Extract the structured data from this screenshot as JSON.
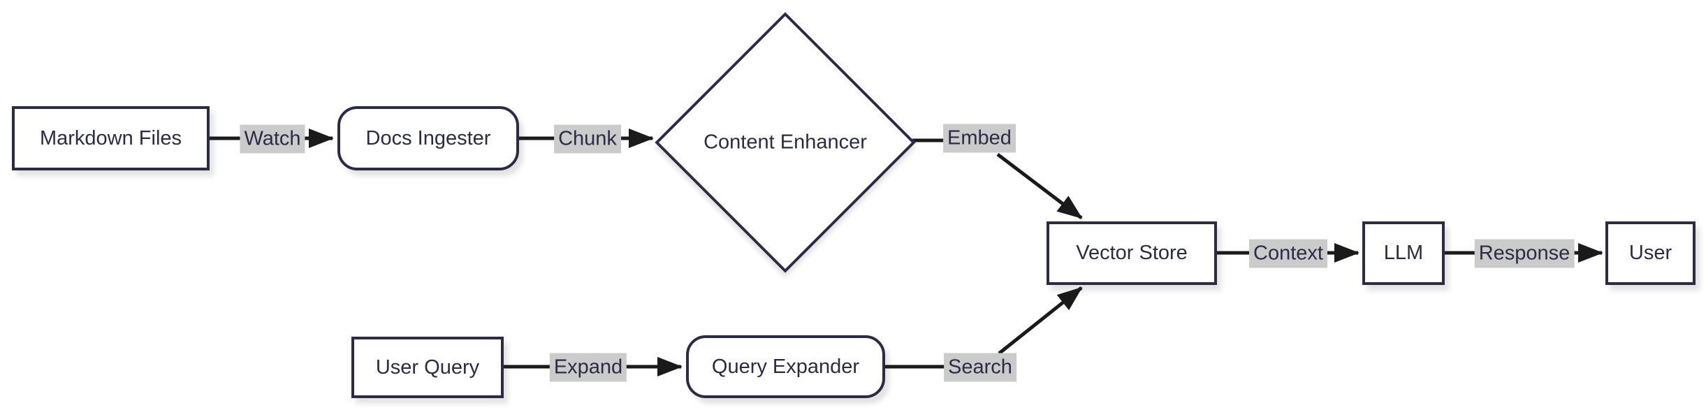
{
  "diagram": {
    "type": "flowchart",
    "direction": "left-to-right",
    "nodes": [
      {
        "id": "markdown_files",
        "label": "Markdown Files",
        "shape": "rectangle"
      },
      {
        "id": "docs_ingester",
        "label": "Docs Ingester",
        "shape": "rounded"
      },
      {
        "id": "content_enhancer",
        "label": "Content Enhancer",
        "shape": "diamond"
      },
      {
        "id": "vector_store",
        "label": "Vector Store",
        "shape": "rectangle"
      },
      {
        "id": "llm",
        "label": "LLM",
        "shape": "rectangle"
      },
      {
        "id": "user",
        "label": "User",
        "shape": "rectangle"
      },
      {
        "id": "user_query",
        "label": "User Query",
        "shape": "rectangle"
      },
      {
        "id": "query_expander",
        "label": "Query Expander",
        "shape": "rounded"
      }
    ],
    "edges": [
      {
        "from": "markdown_files",
        "to": "docs_ingester",
        "label": "Watch"
      },
      {
        "from": "docs_ingester",
        "to": "content_enhancer",
        "label": "Chunk"
      },
      {
        "from": "content_enhancer",
        "to": "vector_store",
        "label": "Embed"
      },
      {
        "from": "vector_store",
        "to": "llm",
        "label": "Context"
      },
      {
        "from": "llm",
        "to": "user",
        "label": "Response"
      },
      {
        "from": "user_query",
        "to": "query_expander",
        "label": "Expand"
      },
      {
        "from": "query_expander",
        "to": "vector_store",
        "label": "Search"
      }
    ],
    "colors": {
      "background": "#ffffff",
      "node_fill": "#ffffff",
      "node_border": "#2b2b45",
      "node_text": "#2b2b45",
      "edge_stroke": "#1a1a1a",
      "edge_label_bg": "#cbcbcb",
      "edge_label_text": "#2b2b45"
    }
  }
}
